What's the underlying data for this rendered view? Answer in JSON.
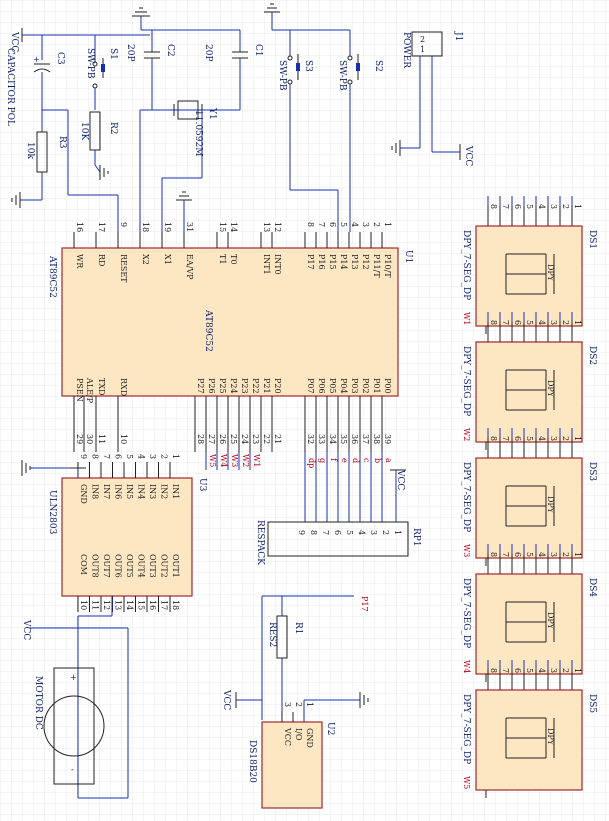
{
  "u1": {
    "ref": "U1",
    "part": "AT89C52",
    "center": "AT89C52",
    "left_pins": [
      [
        "1",
        "P10/T"
      ],
      [
        "2",
        "P11/T"
      ],
      [
        "3",
        "P12"
      ],
      [
        "4",
        "P13"
      ],
      [
        "5",
        "P14"
      ],
      [
        "6",
        "P15"
      ],
      [
        "7",
        "P16"
      ],
      [
        "8",
        "P17"
      ],
      [
        "12",
        "INT0"
      ],
      [
        "13",
        "INT1"
      ],
      [
        "14",
        "T0"
      ],
      [
        "15",
        "T1"
      ],
      [
        "31",
        "EA/VP"
      ],
      [
        "19",
        "X1"
      ],
      [
        "18",
        "X2"
      ],
      [
        "9",
        "RESET"
      ],
      [
        "17",
        "RD"
      ],
      [
        "16",
        "WR"
      ]
    ],
    "right_pins": [
      [
        "39",
        "P00"
      ],
      [
        "38",
        "P01"
      ],
      [
        "37",
        "P02"
      ],
      [
        "36",
        "P03"
      ],
      [
        "35",
        "P04"
      ],
      [
        "34",
        "P05"
      ],
      [
        "33",
        "P06"
      ],
      [
        "32",
        "P07"
      ],
      [
        "21",
        "P20"
      ],
      [
        "22",
        "P21"
      ],
      [
        "23",
        "P22"
      ],
      [
        "24",
        "P23"
      ],
      [
        "25",
        "P24"
      ],
      [
        "26",
        "P25"
      ],
      [
        "27",
        "P26"
      ],
      [
        "28",
        "P27"
      ],
      [
        "10",
        "RXD"
      ],
      [
        "11",
        "TXD"
      ],
      [
        "30",
        "ALE/P"
      ],
      [
        "29",
        "PSEN"
      ]
    ]
  },
  "u3": {
    "ref": "U3",
    "part": "ULN2803",
    "in_pins": [
      [
        "1",
        "IN1"
      ],
      [
        "2",
        "IN2"
      ],
      [
        "3",
        "IN3"
      ],
      [
        "4",
        "IN4"
      ],
      [
        "5",
        "IN5"
      ],
      [
        "6",
        "IN6"
      ],
      [
        "7",
        "IN7"
      ],
      [
        "8",
        "IN8"
      ],
      [
        "9",
        "GND"
      ]
    ],
    "out_pins": [
      [
        "18",
        "OUT1"
      ],
      [
        "17",
        "OUT2"
      ],
      [
        "16",
        "OUT3"
      ],
      [
        "15",
        "OUT4"
      ],
      [
        "14",
        "OUT5"
      ],
      [
        "13",
        "OUT6"
      ],
      [
        "12",
        "OUT7"
      ],
      [
        "11",
        "OUT8"
      ],
      [
        "10",
        "COM"
      ]
    ]
  },
  "rp1": {
    "ref": "RP1",
    "part": "RESPACK",
    "pins": [
      "1",
      "2",
      "3",
      "4",
      "5",
      "6",
      "7",
      "8",
      "9"
    ],
    "vcc": "VCC"
  },
  "u2": {
    "ref": "U2",
    "part": "DS18B20",
    "pins": [
      [
        "1",
        "GND"
      ],
      [
        "2",
        "I/O"
      ],
      [
        "3",
        "VCC"
      ]
    ]
  },
  "r1": {
    "ref": "R1",
    "part": "RES2",
    "net": "P17"
  },
  "r2": {
    "ref": "R2",
    "value": "10K"
  },
  "r3": {
    "ref": "R3",
    "value": "10k"
  },
  "c1": {
    "ref": "C1",
    "value": "20P"
  },
  "c2": {
    "ref": "C2",
    "value": "20P"
  },
  "c3": {
    "ref": "C3",
    "value": "CAPACITOR POL"
  },
  "y1": {
    "ref": "Y1",
    "value": "11.0592M"
  },
  "s1": {
    "ref": "S1",
    "part": "SW-PB"
  },
  "s2": {
    "ref": "S2",
    "part": "SW-PB"
  },
  "s3": {
    "ref": "S3",
    "part": "SW-PB"
  },
  "j1": {
    "ref": "J1",
    "part": "POWER",
    "pins": [
      "2",
      "1"
    ]
  },
  "motor": {
    "part": "MOTOR DC",
    "plus": "+",
    "minus": "-"
  },
  "vcc": "VCC",
  "seg_letters": [
    "a",
    "b",
    "c",
    "d",
    "e",
    "f",
    "g",
    "dp"
  ],
  "seg_pins": [
    "1",
    "2",
    "3",
    "4",
    "5",
    "6",
    "7",
    "8"
  ],
  "displays": [
    {
      "ref": "DS1",
      "part": "DPY_7-SEG_DP",
      "com": "W1",
      "glyph": "DPY"
    },
    {
      "ref": "DS2",
      "part": "DPY_7-SEG_DP",
      "com": "W2",
      "glyph": "DPY"
    },
    {
      "ref": "DS3",
      "part": "DPY_7-SEG_DP",
      "com": "W3",
      "glyph": "DPY"
    },
    {
      "ref": "DS4",
      "part": "DPY_7-SEG_DP",
      "com": "W4",
      "glyph": "DPY"
    },
    {
      "ref": "DS5",
      "part": "DPY_7-SEG_DP",
      "com": "W5",
      "glyph": "DPY"
    }
  ],
  "w_nets": [
    "W1",
    "W2",
    "W3",
    "W4",
    "W5"
  ],
  "colors": {
    "wire": "#1a2fb0",
    "chip_fill": "#fde7c3",
    "chip_border": "#a0282f",
    "net_label": "#b3001b",
    "text": "#0b1d6a",
    "grid": "#d8d8d8"
  }
}
